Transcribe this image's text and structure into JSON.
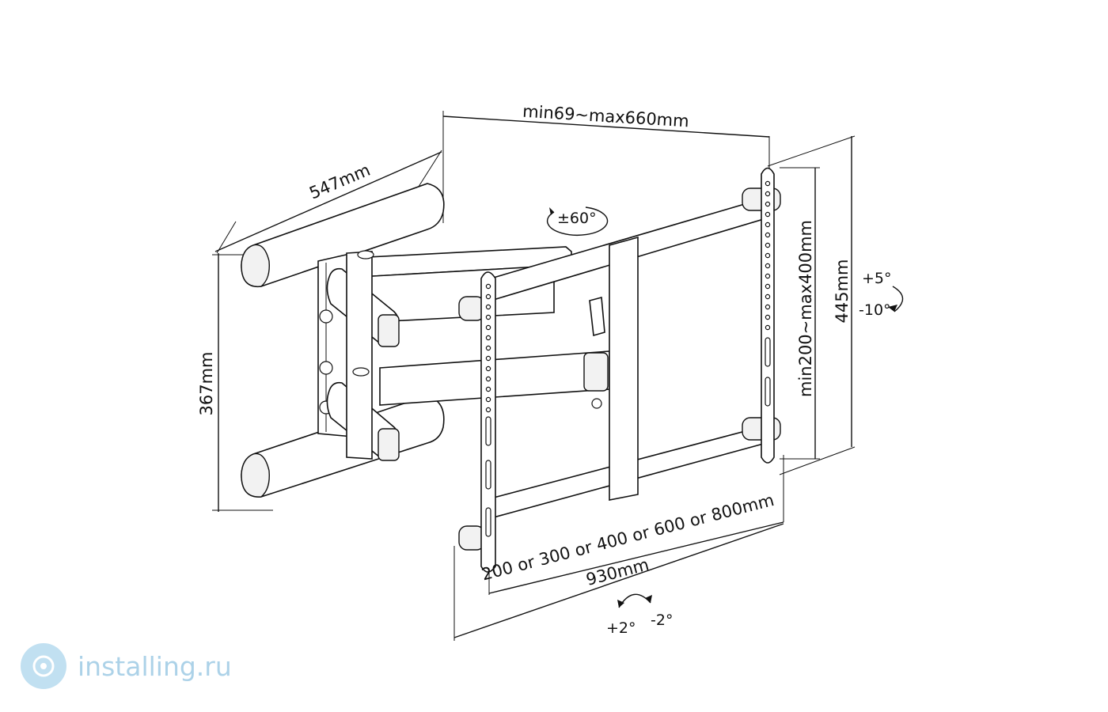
{
  "dimensions": {
    "arm_extension": "min69~max660mm",
    "wall_plate_width": "547mm",
    "wall_plate_height": "367mm",
    "vesa_vertical": "min200~max400mm",
    "bracket_height": "445mm",
    "vesa_horizontal": "200 or 300 or 400 or 600 or 800mm",
    "total_width": "930mm"
  },
  "angles": {
    "swivel": "±60°",
    "tilt_up": "+5°",
    "tilt_down": "-10°",
    "roll_plus": "+2°",
    "roll_minus": "-2°"
  },
  "watermark": {
    "text": "installing.ru"
  }
}
